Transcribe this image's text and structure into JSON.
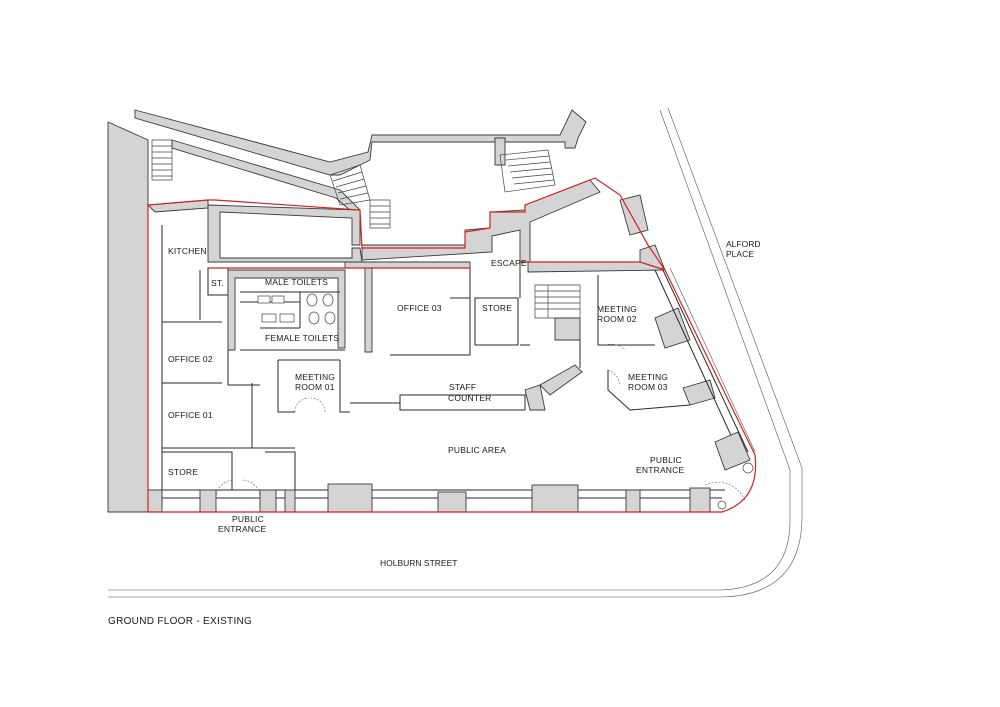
{
  "drawing_title": "GROUND FLOOR - EXISTING",
  "streets": {
    "holburn": "HOLBURN STREET",
    "alford_line1": "ALFORD",
    "alford_line2": "PLACE"
  },
  "rooms": {
    "kitchen": "KITCHEN",
    "store_small": "ST.",
    "male_toilets": "MALE TOILETS",
    "female_toilets": "FEMALE TOILETS",
    "office_02": "OFFICE 02",
    "office_01": "OFFICE 01",
    "store_left": "STORE",
    "meeting_room_01_line1": "MEETING",
    "meeting_room_01_line2": "ROOM 01",
    "office_03": "OFFICE 03",
    "escape": "ESCAPE",
    "store_mid": "STORE",
    "staff_counter_line1": "STAFF",
    "staff_counter_line2": "COUNTER",
    "public_area": "PUBLIC AREA",
    "meeting_room_02_line1": "MEETING",
    "meeting_room_02_line2": "ROOM 02",
    "meeting_room_03_line1": "MEETING",
    "meeting_room_03_line2": "ROOM 03",
    "public_entrance_right_line1": "PUBLIC",
    "public_entrance_right_line2": "ENTRANCE",
    "public_entrance_left_line1": "PUBLIC",
    "public_entrance_left_line2": "ENTRANCE"
  },
  "colors": {
    "boundary": "#d32020",
    "wall_fill": "#d4d4d4",
    "ink": "#1a1a1a"
  }
}
